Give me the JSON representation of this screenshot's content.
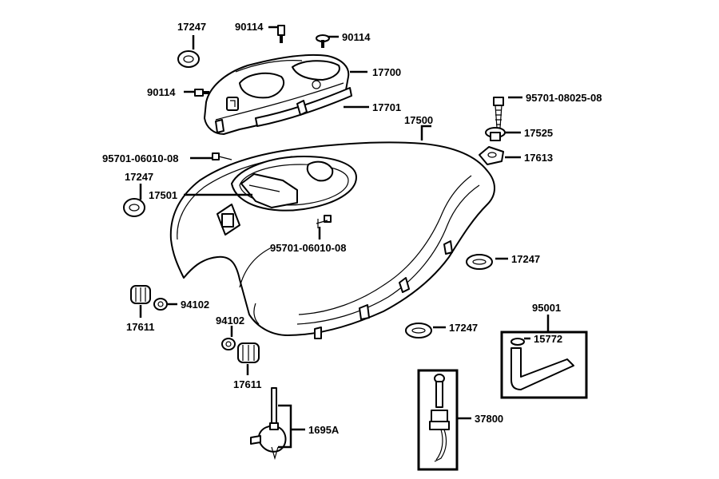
{
  "parts": [
    {
      "id": "p1",
      "number": "17247"
    },
    {
      "id": "p2",
      "number": "90114"
    },
    {
      "id": "p3",
      "number": "90114"
    },
    {
      "id": "p4",
      "number": "17700"
    },
    {
      "id": "p5",
      "number": "90114"
    },
    {
      "id": "p6",
      "number": "17701"
    },
    {
      "id": "p7",
      "number": "95701-08025-08"
    },
    {
      "id": "p8",
      "number": "17500"
    },
    {
      "id": "p9",
      "number": "17525"
    },
    {
      "id": "p10",
      "number": "95701-06010-08"
    },
    {
      "id": "p11",
      "number": "17613"
    },
    {
      "id": "p12",
      "number": "17247"
    },
    {
      "id": "p13",
      "number": "17501"
    },
    {
      "id": "p14",
      "number": "95701-06010-08"
    },
    {
      "id": "p15",
      "number": "17247"
    },
    {
      "id": "p16",
      "number": "94102"
    },
    {
      "id": "p17",
      "number": "17611"
    },
    {
      "id": "p18",
      "number": "94102"
    },
    {
      "id": "p19",
      "number": "17247"
    },
    {
      "id": "p20",
      "number": "95001"
    },
    {
      "id": "p21",
      "number": "15772"
    },
    {
      "id": "p22",
      "number": "17611"
    },
    {
      "id": "p23",
      "number": "37800"
    },
    {
      "id": "p24",
      "number": "1695A"
    }
  ]
}
